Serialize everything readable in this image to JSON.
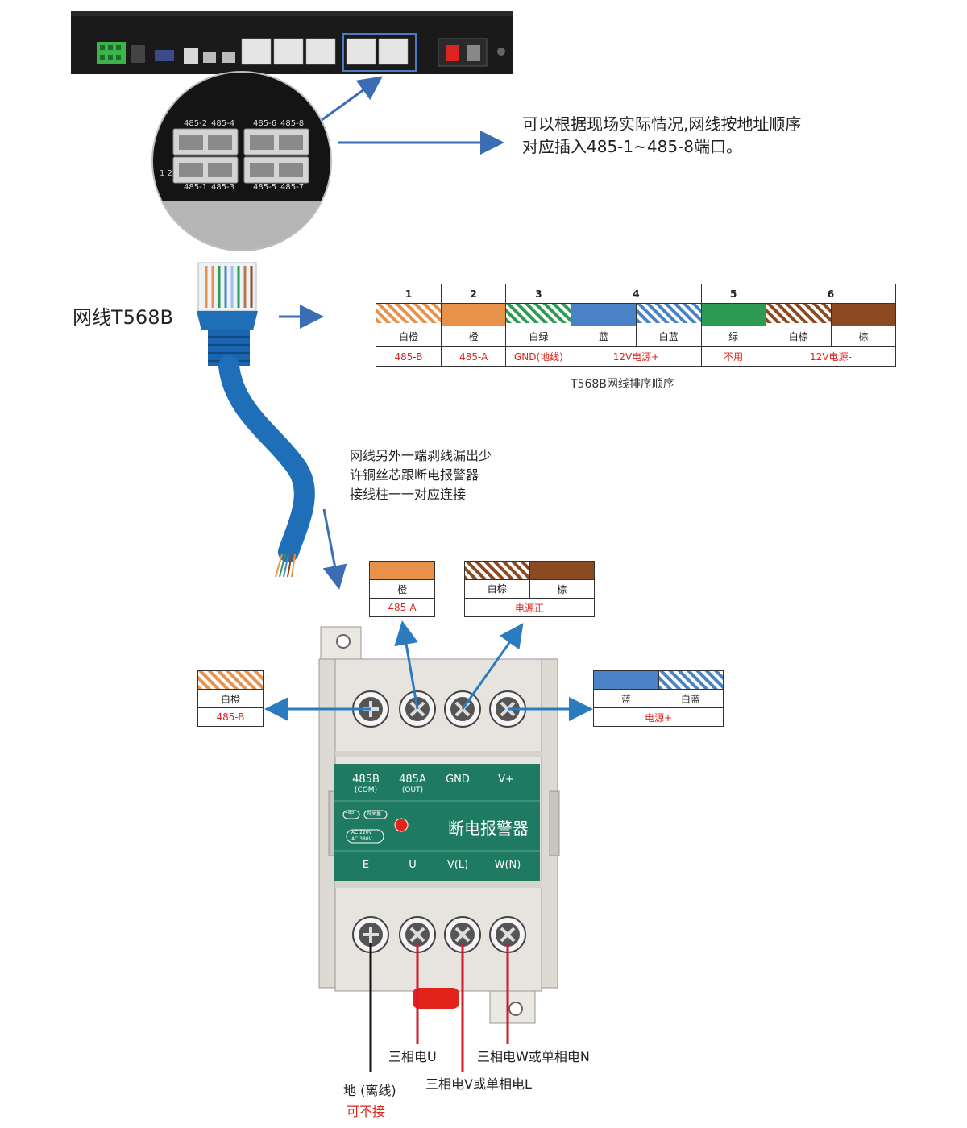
{
  "gateway": {
    "port_labels_top": [
      "485-2",
      "485-4",
      "485-6",
      "485-8"
    ],
    "port_labels_bottom": [
      "485-1",
      "485-3",
      "485-5",
      "485-7"
    ],
    "zoom_side_label": "1 2"
  },
  "instruction_top": {
    "line1": "可以根据现场实际情况,网线按地址顺序",
    "line2": "对应插入485-1~485-8端口。"
  },
  "cable_label": "网线T568B",
  "t568b_table": {
    "caption": "T568B网线排序顺序",
    "pair_numbers": [
      "1",
      "2",
      "3",
      "4",
      "5",
      "6"
    ],
    "color_names": [
      "白橙",
      "橙",
      "白绿",
      "蓝",
      "白蓝",
      "绿",
      "白棕",
      "棕"
    ],
    "functions": [
      "485-B",
      "485-A",
      "GND(地线)",
      "12V电源+",
      "不用",
      "12V电源-"
    ],
    "colors": {
      "orange": "#e8914a",
      "green": "#2e9b55",
      "blue": "#4a83c5",
      "brown": "#8c4a22",
      "red": "#e2231a",
      "module_green": "#1e7a60"
    }
  },
  "instruction_bottom": {
    "line1": "网线另外一端剥线漏出少",
    "line2": "许铜丝芯跟断电报警器",
    "line3": "接线柱一一对应连接"
  },
  "callouts": {
    "orange": {
      "color": "橙",
      "function": "485-A"
    },
    "brown": {
      "color1": "白棕",
      "color2": "棕",
      "function": "电源正"
    },
    "white_orange": {
      "color": "白橙",
      "function": "485-B"
    },
    "blue": {
      "color1": "蓝",
      "color2": "白蓝",
      "function": "电源+"
    }
  },
  "device": {
    "top_terminals": [
      {
        "label": "485B",
        "sub": "(COM)"
      },
      {
        "label": "485A",
        "sub": "(OUT)"
      },
      {
        "label": "GND",
        "sub": ""
      },
      {
        "label": "V+",
        "sub": ""
      }
    ],
    "title": "断电报警器",
    "badges": [
      "485",
      "开关量",
      "AC 220V",
      "AC 380V"
    ],
    "bottom_terminals": [
      "E",
      "U",
      "V(L)",
      "W(N)"
    ]
  },
  "wires": {
    "phase_u": "三相电U",
    "phase_w": "三相电W或单相电N",
    "phase_v": "三相电V或单相电L",
    "ground": "地 (离线)",
    "ground_note": "可不接"
  }
}
